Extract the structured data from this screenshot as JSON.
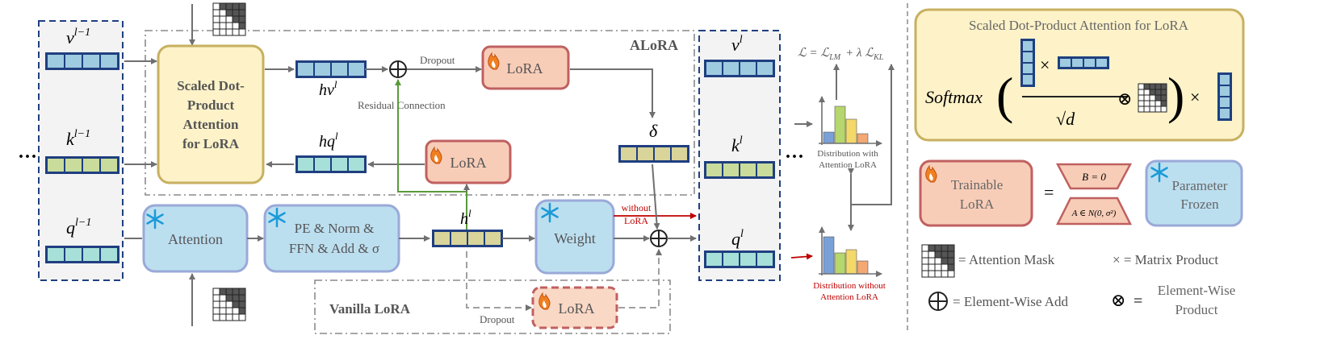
{
  "vars": {
    "v_prev": "v",
    "v_prev_sup": "l−1",
    "k_prev": "k",
    "k_prev_sup": "l−1",
    "q_prev": "q",
    "q_prev_sup": "l−1",
    "v_next": "v",
    "v_next_sup": "l",
    "k_next": "k",
    "k_next_sup": "l",
    "q_next": "q",
    "q_next_sup": "l",
    "hv": "hv",
    "hv_sup": "l",
    "hq": "hq",
    "hq_sup": "l",
    "h": "h",
    "h_sup": "l",
    "delta": "δ",
    "ellipsis": "···"
  },
  "labels": {
    "alora_title": "ALoRA",
    "sdpa_box": [
      "Scaled Dot-",
      "Product",
      "Attention",
      "for LoRA"
    ],
    "lora": "LoRA",
    "dropout_top": "Dropout",
    "residual": "Residual Connection",
    "attention": "Attention",
    "pe_line1": "PE & Norm &",
    "pe_line2": "FFN & Add & σ",
    "weight": "Weight",
    "without_1": "without",
    "without_2": "LoRA",
    "vanilla_title": "Vanilla LoRA",
    "dropout_bottom": "Dropout",
    "loss": "ℒ =  ℒ",
    "loss_lm_sub": "LM",
    "loss_plus": "+ λ  ℒ",
    "loss_kl_sub": "KL",
    "dist_with_1": "Distribution with",
    "dist_with_2": "Attention LoRA",
    "dist_without_1": "Distribution without",
    "dist_without_2": "Attention LoRA"
  },
  "legend": {
    "formula_title": "Scaled Dot-Product Attention for LoRA",
    "softmax": "Softmax",
    "sqrt_d": "√d",
    "times": "×",
    "otimes": "⊗",
    "trainable_1": "Trainable",
    "trainable_2": "LoRA",
    "equals": "=",
    "b_eq_0": "B = 0",
    "a_dist": "A ∈ N(0, σ²)",
    "frozen_1": "Parameter",
    "frozen_2": "Frozen",
    "mask_label": "= Attention Mask",
    "matprod_label": "× = Matrix Product",
    "add_label": "= Element-Wise Add",
    "ew_product_1": "Element-Wise",
    "ew_product_2": "Product",
    "ew_equals": "="
  },
  "colors": {
    "blue_cell": "#9ecbe0",
    "green_cell": "#c9dc9b",
    "olive_cell": "#d9d49a",
    "teal_cell": "#a7e0d8",
    "vector_border": "#1f3f80",
    "lora_fill": "#f8cdb8",
    "lora_border": "#c06060",
    "frozen_fill": "#bcdff0",
    "frozen_border": "#9aa9d8",
    "sdpa_fill": "#fdf2c8",
    "sdpa_border": "#c7b060",
    "red_arrow": "#c00000",
    "green_arrow": "#5a9a3a"
  }
}
